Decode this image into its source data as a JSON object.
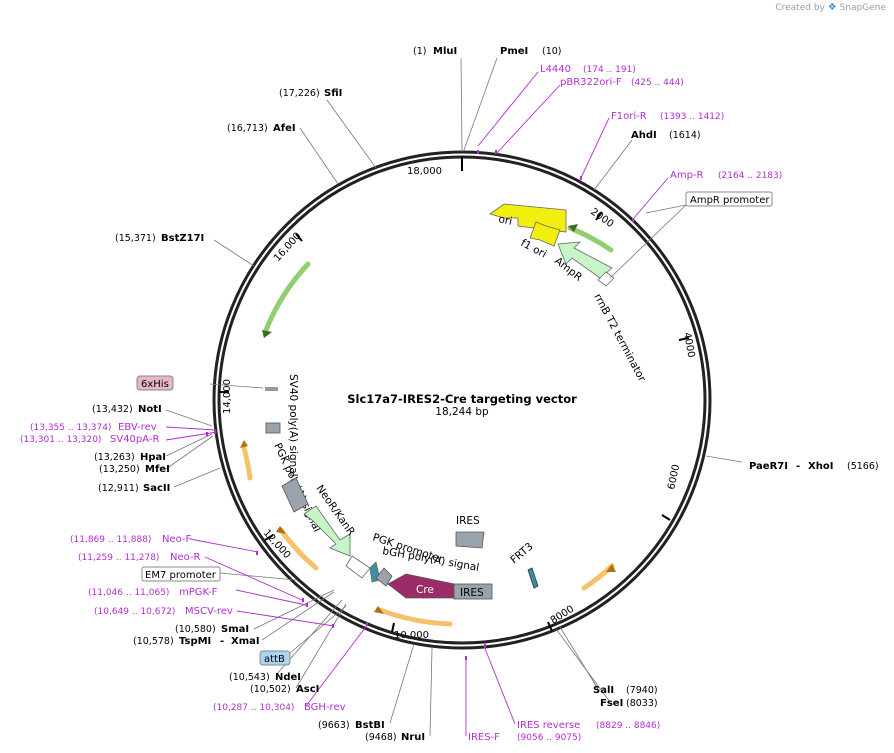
{
  "credit": {
    "label": "Created by",
    "brand": "SnapGene"
  },
  "title": "Slc17a7-IRES2-Cre targeting vector",
  "size": "18,244 bp",
  "ticks": [
    "18,000",
    "2000",
    "4000",
    "6000",
    "8000",
    "10,000",
    "12,000",
    "14,000",
    "16,000"
  ],
  "enzymes": {
    "mlui": {
      "name": "MluI",
      "pos": "(1)"
    },
    "pmei": {
      "name": "PmeI",
      "pos": "(10)"
    },
    "sfii": {
      "name": "SfiI",
      "pos": "(17,226)"
    },
    "afei": {
      "name": "AfeI",
      "pos": "(16,713)"
    },
    "ahdi": {
      "name": "AhdI",
      "pos": "(1614)"
    },
    "bstz17i": {
      "name": "BstZ17I",
      "pos": "(15,371)"
    },
    "paer7i": {
      "name": "PaeR7I",
      "sep": "-",
      "name2": "XhoI",
      "pos": "(5166)"
    },
    "noti": {
      "name": "NotI",
      "pos": "(13,432)"
    },
    "hpai": {
      "name": "HpaI",
      "pos": "(13,263)"
    },
    "mfei": {
      "name": "MfeI",
      "pos": "(13,250)"
    },
    "sacii": {
      "name": "SacII",
      "pos": "(12,911)"
    },
    "smai": {
      "name": "SmaI",
      "pos": "(10,580)"
    },
    "tspmi": {
      "name": "TspMI",
      "sep": "-",
      "name2": "XmaI",
      "pos": "(10,578)"
    },
    "ndei": {
      "name": "NdeI",
      "pos": "(10,543)"
    },
    "asci": {
      "name": "AscI",
      "pos": "(10,502)"
    },
    "bstbi": {
      "name": "BstBI",
      "pos": "(9663)"
    },
    "nrui": {
      "name": "NruI",
      "pos": "(9468)"
    },
    "sali": {
      "name": "SalI",
      "pos": "(7940)"
    },
    "fsei": {
      "name": "FseI",
      "pos": "(8033)"
    }
  },
  "primers": {
    "l4440": {
      "name": "L4440",
      "range": "(174 .. 191)"
    },
    "pbr322": {
      "name": "pBR322ori-F",
      "range": "(425 .. 444)"
    },
    "f1ori": {
      "name": "F1ori-R",
      "range": "(1393 .. 1412)"
    },
    "ampr": {
      "name": "Amp-R",
      "range": "(2164 .. 2183)"
    },
    "ebv": {
      "name": "EBV-rev",
      "range": "(13,355 .. 13,374)"
    },
    "sv40pa": {
      "name": "SV40pA-R",
      "range": "(13,301 .. 13,320)"
    },
    "neof": {
      "name": "Neo-F",
      "range": "(11,869 .. 11,888)"
    },
    "neor": {
      "name": "Neo-R",
      "range": "(11,259 .. 11,278)"
    },
    "mpgk": {
      "name": "mPGK-F",
      "range": "(11,046 .. 11,065)"
    },
    "mscv": {
      "name": "MSCV-rev",
      "range": "(10,649 .. 10,672)"
    },
    "bgh": {
      "name": "BGH-rev",
      "range": "(10,287 .. 10,304)"
    },
    "iresrev": {
      "name": "IRES reverse",
      "range": "(8829 .. 8846)"
    },
    "iresf": {
      "name": "IRES-F",
      "range": "(9056 .. 9075)"
    }
  },
  "boxed": {
    "ampr_promoter": "AmpR promoter",
    "his": "6xHis",
    "em7": "EM7 promoter",
    "attb": "attB"
  },
  "features": {
    "ori": "ori",
    "f1ori": "f1 ori",
    "ampr": "AmpR",
    "rrnb": "rrnB T2 terminator",
    "sv40": "SV40 poly(A) signal",
    "pgkpa": "PGK poly(A) signal",
    "neo": "NeoR/KanR",
    "pgkprom": "PGK promoter",
    "bghpa": "bGH poly(A) signal",
    "ires_top": "IRES",
    "ires_box": "IRES",
    "cre": "Cre",
    "frt3": "FRT3"
  },
  "colors": {
    "enzyme": "#000000",
    "primer": "#b02fd0",
    "ori": "#f2ee0f",
    "ampr": "#c8f5c8",
    "cre": "#9c2c68",
    "grey_feature": "#9aa3ab",
    "orf": "#f7c16a",
    "orf_green": "#76c24b",
    "his_box": "#e8b6c8",
    "attb_box": "#a8d4ee"
  }
}
